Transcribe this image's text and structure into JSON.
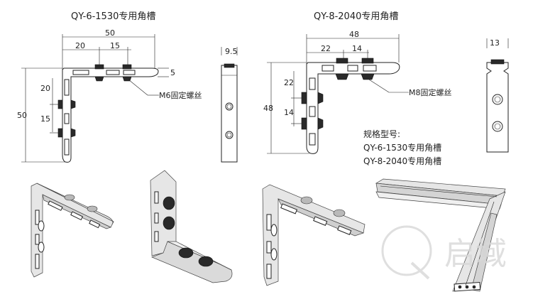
{
  "drawing_1": {
    "title": "QY-6-1530专用角槽",
    "dims": {
      "top_total": "50",
      "top_a": "20",
      "top_b": "15",
      "thickness": "5",
      "left_total": "50",
      "left_a": "20",
      "left_b": "15"
    },
    "screw_label": "M6固定螺丝",
    "side_dim": "9.5"
  },
  "drawing_2": {
    "title": "QY-8-2040专用角槽",
    "dims": {
      "top_total": "48",
      "top_a": "22",
      "top_b": "14",
      "left_total": "48",
      "left_a": "22",
      "left_b": "14"
    },
    "screw_label": "M8固定螺丝",
    "side_dim": "13"
  },
  "spec_list": {
    "heading": "规格型号:",
    "items": [
      "QY-6-1530专用角槽",
      "QY-8-2040专用角槽"
    ]
  },
  "watermark": {
    "text": "启域"
  },
  "colors": {
    "line": "#222222",
    "screw": "#2a2a2a",
    "metal": "#e6e6e6",
    "watermark": "#d8d8d8"
  }
}
